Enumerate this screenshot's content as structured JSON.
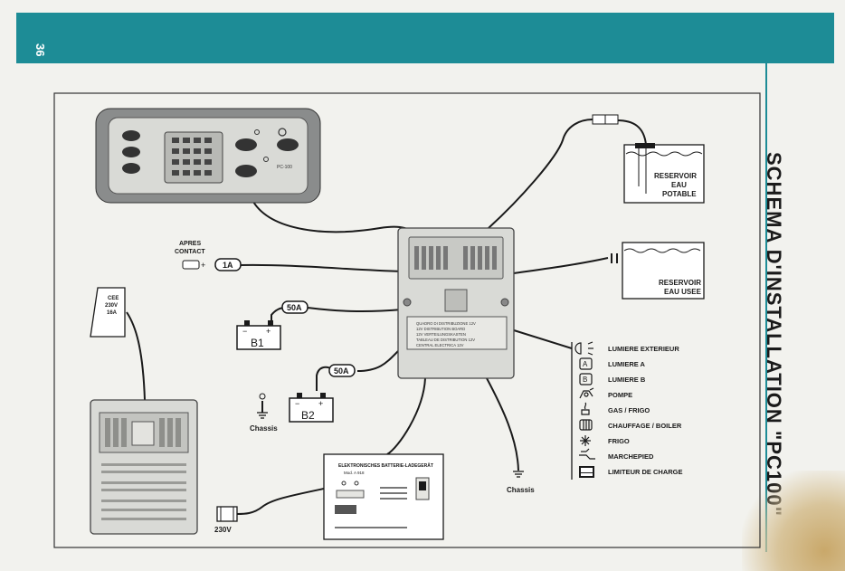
{
  "page_number": "36",
  "title": "SCHEMA D'INSTALLATION \"PC100\"",
  "labels": {
    "apres_contact_line1": "APRES",
    "apres_contact_line2": "CONTACT",
    "fuse_1a": "1A",
    "fuse_50a_1": "50A",
    "fuse_50a_2": "50A",
    "battery_b1": "B1",
    "battery_b2": "B2",
    "chassis_1": "Chassis",
    "chassis_2": "Chassis",
    "cee_line1": "CEE",
    "cee_line2": "230V",
    "cee_line3": "16A",
    "plug_230v": "230V",
    "panel_model": "PC-100",
    "reservoir_potable_1": "RESERVOIR",
    "reservoir_potable_2": "EAU",
    "reservoir_potable_3": "POTABLE",
    "reservoir_usee_1": "RESERVOIR",
    "reservoir_usee_2": "EAU USEE",
    "charger_title": "ELEKTRONISCHES BATTERIE-LADEGERÄT",
    "charger_model": "Mod. A 918",
    "board_text": [
      "QUADRO DI DISTRIBUZIONE 12V",
      "12V DISTRIBUTION BOARD",
      "12V VERTEILUNGSKASTEN",
      "TABLEAU DE DISTRIBUTION 12V",
      "CENTRAL ELECTRICA 12V"
    ]
  },
  "legend": [
    {
      "icon": "light-exterior-icon",
      "label": "LUMIERE EXTERIEUR"
    },
    {
      "icon": "light-a-icon",
      "glyph": "A",
      "label": "LUMIERE A"
    },
    {
      "icon": "light-b-icon",
      "glyph": "B",
      "label": "LUMIERE B"
    },
    {
      "icon": "pump-icon",
      "label": "POMPE"
    },
    {
      "icon": "gas-fridge-icon",
      "label": "GAS / FRIGO"
    },
    {
      "icon": "heater-icon",
      "label": "CHAUFFAGE / BOILER"
    },
    {
      "icon": "fridge-icon",
      "label": "FRIGO"
    },
    {
      "icon": "step-icon",
      "label": "MARCHEPIED"
    },
    {
      "icon": "charge-limiter-icon",
      "label": "LIMITEUR DE CHARGE"
    }
  ],
  "colors": {
    "teal": "#1d8c96",
    "ink": "#1a1a1a",
    "panel_grey": "#8a8c8c",
    "box_grey": "#d9dad6"
  }
}
